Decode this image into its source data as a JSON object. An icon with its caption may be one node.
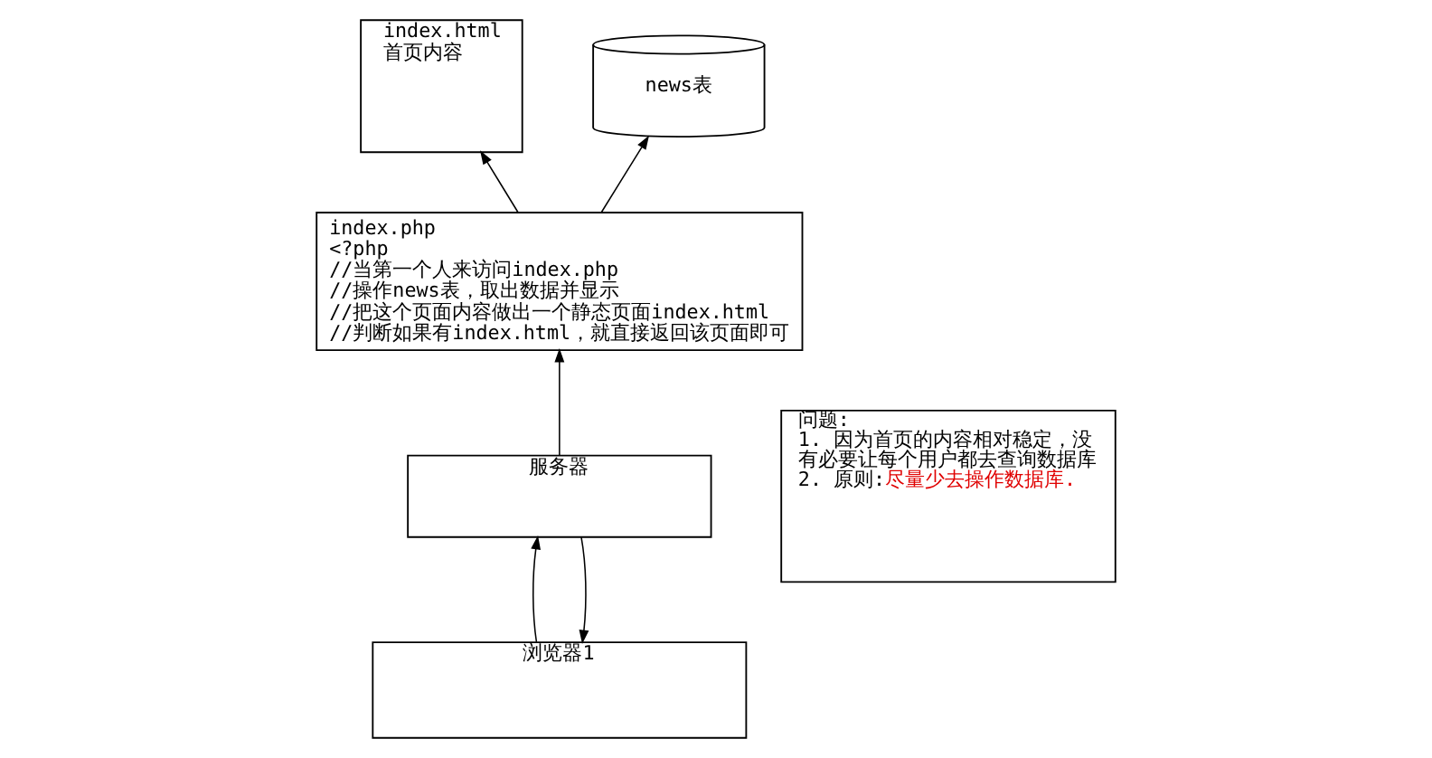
{
  "diagram": {
    "nodes": [
      {
        "text": [
          "index.html",
          "首页内容"
        ]
      },
      {
        "text": [
          "index.php",
          "<?php",
          "//当第一个人来访问index.php",
          "//操作news表，取出数据并显示",
          "//把这个页面内容做出一个静态页面index.html",
          "//判断如果有index.html，就直接返回该页面即可"
        ]
      },
      {
        "text": [
          "news表"
        ]
      },
      {
        "text": [
          "服务器"
        ]
      },
      {
        "text": [
          "问题:",
          "1. 因为首页的内容相对稳定，没有必要让每个用户都去查询数据库",
          "2. 原则:",
          "尽量少去操作数据库."
        ]
      },
      {
        "text": [
          "浏览器1"
        ]
      }
    ],
    "edges": [
      {
        "from": 1,
        "to": 0,
        "arrow": "to"
      },
      {
        "from": 1,
        "to": 2,
        "arrow": "to"
      },
      {
        "from": 3,
        "to": 1,
        "arrow": "to"
      },
      {
        "from": 5,
        "to": 3,
        "arrow": "to"
      },
      {
        "from": 3,
        "to": 5,
        "arrow": "to"
      }
    ]
  }
}
